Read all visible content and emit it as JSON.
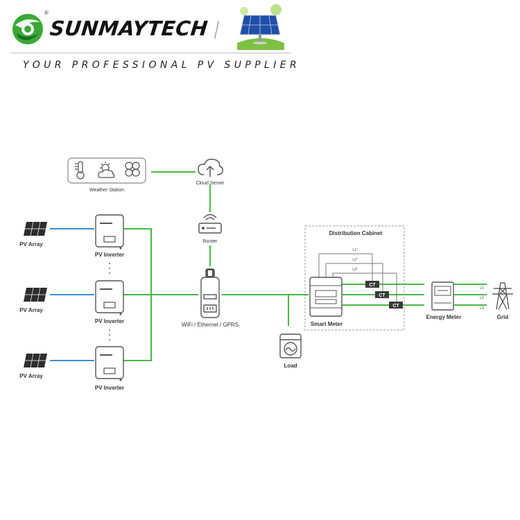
{
  "header": {
    "brand": "SUNMAYTECH",
    "registered_mark": "®",
    "tagline": "YOUR PROFESSIONAL PV SUPPLIER"
  },
  "diagram": {
    "weather_station": "Weather Station",
    "cloud_server": "Cloud Server",
    "router": "Router",
    "datalogger": "WiFi / Ethernet / GPRS",
    "pv_array_1": "PV Array",
    "pv_array_2": "PV Array",
    "pv_array_3": "PV Array",
    "pv_inverter_1": "PV Inverter",
    "pv_inverter_2": "PV Inverter",
    "pv_inverter_3": "PV Inverter",
    "load": "Load",
    "distribution_cabinet": "Distribution Cabinet",
    "line_l1_prime": "L1\"",
    "line_l2_prime": "L2\"",
    "line_l3_prime": "L3\"",
    "ct_1": "CT",
    "ct_2": "CT",
    "ct_3": "CT",
    "smart_meter": "Smart Meter",
    "energy_meter": "Energy Meter",
    "line_l1": "L1",
    "line_l2": "L2",
    "line_l3": "L3",
    "grid": "Grid"
  },
  "colors": {
    "green_line": "#44b944",
    "blue_line": "#3a8fd6",
    "device_stroke": "#555555",
    "logo_green": "#3aa935",
    "logo_dark_green": "#1f6f2a"
  },
  "icons": [
    "sunmaytech-logo-icon",
    "solar-panel-photo-icon",
    "thermometer-icon",
    "sun-cloud-icon",
    "fan-icon",
    "cloud-upload-icon",
    "router-icon",
    "datalogger-icon",
    "solar-panel-icon",
    "inverter-icon",
    "washing-machine-icon",
    "smart-meter-icon",
    "energy-meter-icon",
    "transmission-tower-icon"
  ]
}
